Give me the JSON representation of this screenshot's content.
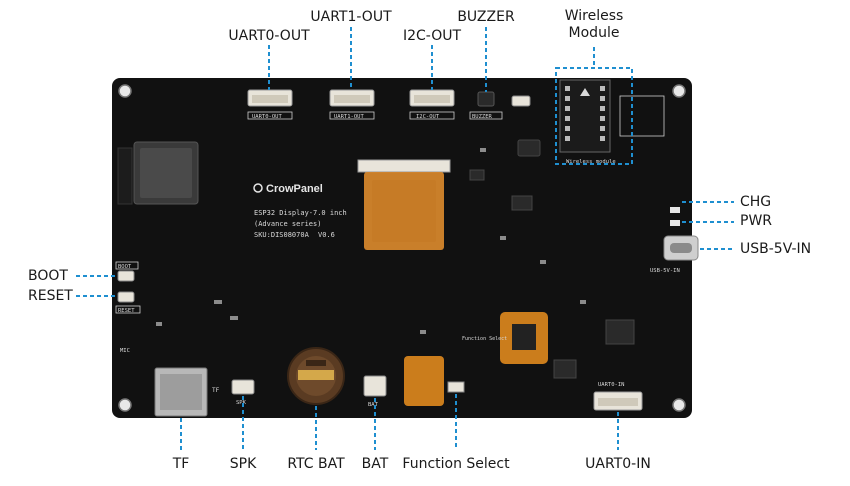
{
  "callouts": {
    "uart0_out": "UART0-OUT",
    "uart1_out": "UART1-OUT",
    "i2c_out": "I2C-OUT",
    "buzzer": "BUZZER",
    "wireless_line1": "Wireless",
    "wireless_line2": "Module",
    "chg": "CHG",
    "pwr": "PWR",
    "usb_5v_in": "USB-5V-IN",
    "boot": "BOOT",
    "reset": "RESET",
    "tf": "TF",
    "spk": "SPK",
    "rtc_bat": "RTC BAT",
    "bat": "BAT",
    "function_select": "Function Select",
    "uart0_in": "UART0-IN"
  },
  "board": {
    "brand": "CrowPanel",
    "model_line1": "ESP32 Display-7.0 inch",
    "model_line2": "(Advance series)",
    "sku": "SKU:DIS08070A",
    "version": "V0.6",
    "silk_uart0_out": "UART0-OUT",
    "silk_uart1_out": "UART1-OUT",
    "silk_i2c_out": "I2C-OUT",
    "silk_buzzer": "BUZZER",
    "silk_wireless": "Wireless module",
    "silk_boot": "BOOT",
    "silk_reset": "RESET",
    "silk_mic": "MIC",
    "silk_usb": "USB-5V-IN",
    "silk_uart0_in": "UART0-IN",
    "silk_spk": "SPK",
    "silk_bat": "BAT",
    "silk_tf": "TF",
    "silk_function_select": "Function Select"
  },
  "colors": {
    "board": "#111111",
    "callout_line": "#1f8fd0",
    "flex_cable": "#d9892c",
    "kapton": "#e08a1e",
    "connector": "#e8e4da"
  }
}
